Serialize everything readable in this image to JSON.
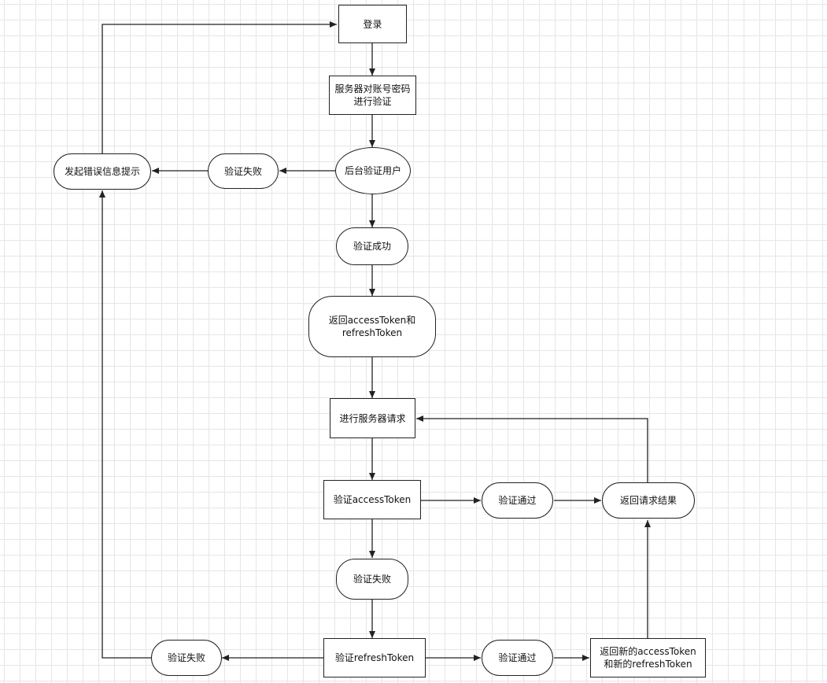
{
  "nodes": {
    "login": "登录",
    "server_check": "服务器对账号密码进行验证",
    "backend_verify": "后台验证用户",
    "fail_top": "验证失败",
    "error_prompt": "发起错误信息提示",
    "verify_success": "验证成功",
    "return_tokens": "返回accessToken和refreshToken",
    "server_request": "进行服务器请求",
    "verify_access": "验证accessToken",
    "pass_access": "验证通过",
    "return_result": "返回请求结果",
    "fail_access": "验证失败",
    "verify_refresh": "验证refreshToken",
    "fail_refresh": "验证失败",
    "pass_refresh": "验证通过",
    "return_new_tokens": "返回新的accessToken和新的refreshToken"
  },
  "colors": {
    "stroke": "#222222",
    "grid": "#e6e6e6"
  }
}
